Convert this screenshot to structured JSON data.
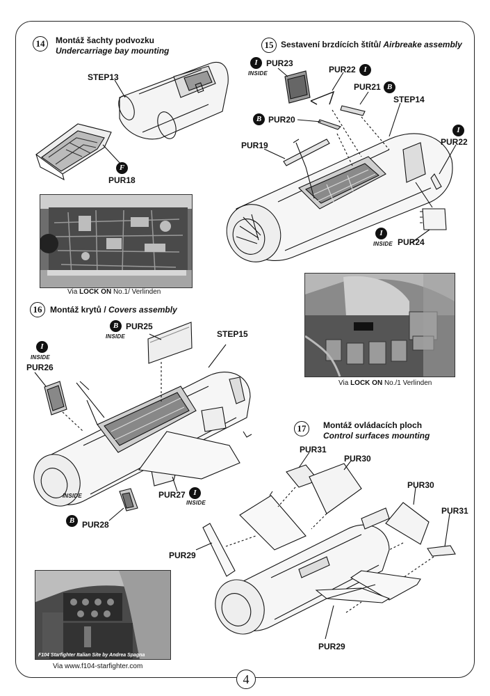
{
  "page": {
    "number": "4"
  },
  "step14": {
    "num": "14",
    "title_cz": "Montáž šachty podvozku",
    "title_en": "Undercarriage bay mounting",
    "labels": {
      "step": "STEP13",
      "part": "PUR18"
    },
    "badge": "F",
    "photo_caption_pre": "Via ",
    "photo_caption_bold": "LOCK ON",
    "photo_caption_post": " No.1/ Verlinden"
  },
  "step15": {
    "num": "15",
    "title_cz": "Sestavení brzdících štítů/ ",
    "title_en": "Airbreake assembly",
    "labels": {
      "pur23": "PUR23",
      "pur22a": "PUR22",
      "pur21": "PUR21",
      "step14": "STEP14",
      "pur20": "PUR20",
      "pur19": "PUR19",
      "pur22b": "PUR22",
      "pur24": "PUR24"
    },
    "badges": {
      "i": "I",
      "b": "B"
    },
    "inside": "INSIDE",
    "photo_caption_pre": "Via ",
    "photo_caption_bold": "LOCK ON",
    "photo_caption_post": " No./1 Verlinden"
  },
  "step16": {
    "num": "16",
    "title_cz": "Montáž krytů / ",
    "title_en": "Covers assembly",
    "labels": {
      "pur25": "PUR25",
      "step15": "STEP15",
      "pur26": "PUR26",
      "pur27": "PUR27",
      "pur28": "PUR28"
    },
    "badges": {
      "i": "I",
      "b": "B"
    },
    "inside": "INSIDE"
  },
  "step17": {
    "num": "17",
    "title_cz": "Montáž ovládacích ploch",
    "title_en": "Control surfaces mounting",
    "labels": {
      "pur31a": "PUR31",
      "pur30a": "PUR30",
      "pur30b": "PUR30",
      "pur31b": "PUR31",
      "pur29a": "PUR29",
      "pur29b": "PUR29"
    }
  },
  "cockpit_photo": {
    "credit": "F104 Starfighter Italian Site by Andrea Spagna",
    "caption": "Via www.f104-starfighter.com"
  }
}
